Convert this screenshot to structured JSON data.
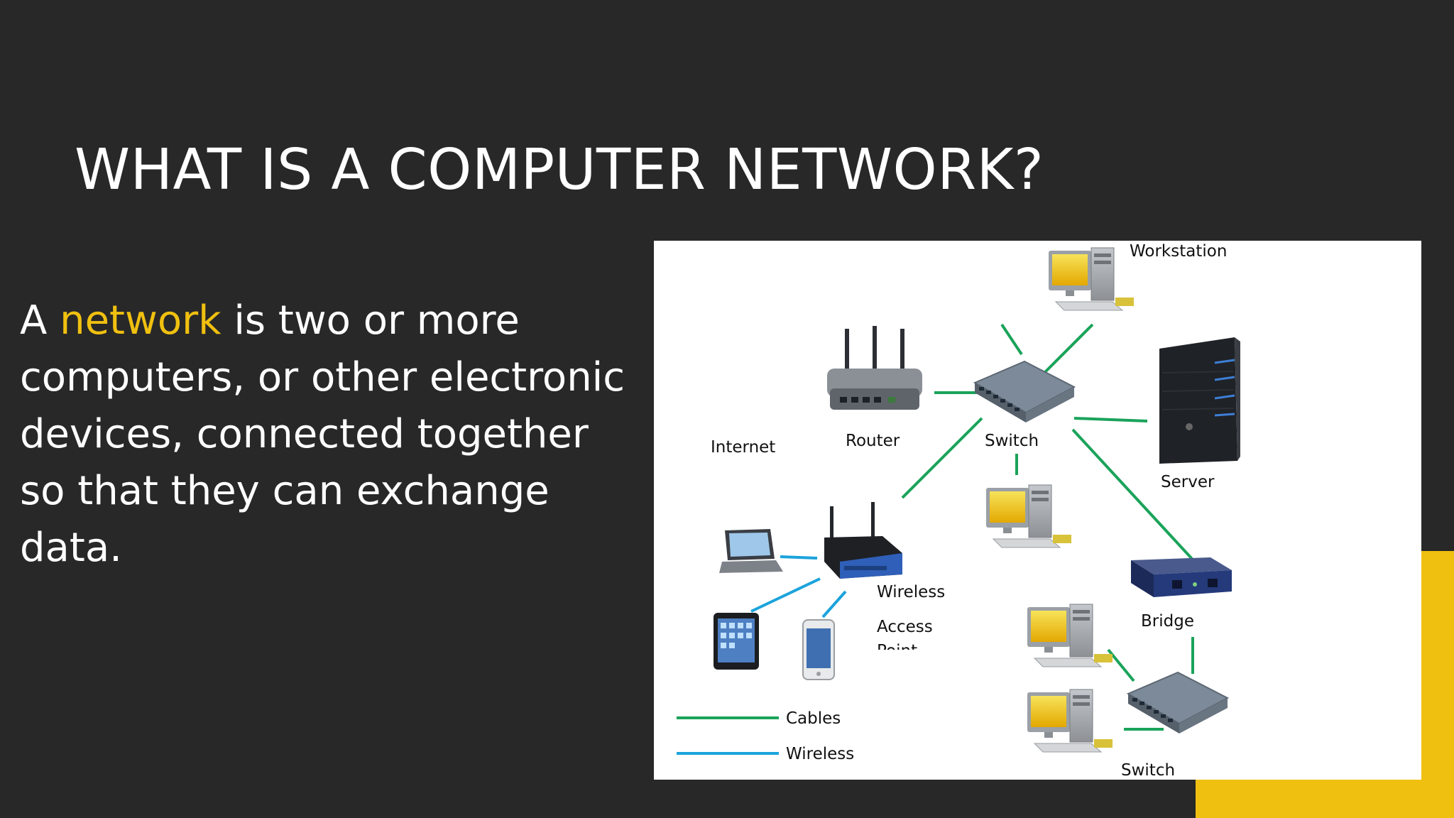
{
  "slide": {
    "title": "WHAT IS A COMPUTER NETWORK?",
    "body": {
      "prefix": "A ",
      "highlight": "network",
      "rest": " is two or more computers, or other electronic devices, connected together so that they can exchange data."
    },
    "colors": {
      "background": "#282828",
      "accent": "#f0c010",
      "text": "#ffffff"
    }
  },
  "diagram": {
    "labels": {
      "workstation": "Workstation",
      "internet": "Internet",
      "router": "Router",
      "switch_main": "Switch",
      "server": "Server",
      "wireless_1": "Wireless",
      "wireless_2": "Access",
      "wireless_3": "Point",
      "bridge": "Bridge",
      "switch_bottom": "Switch"
    },
    "legend": {
      "cables": "Cables",
      "wireless": "Wireless"
    },
    "colors": {
      "cable": "#1aa35a",
      "wireless": "#1ba3dc"
    },
    "icons": [
      "workstation-icon",
      "router-icon",
      "switch-icon",
      "server-icon",
      "wireless-access-point-icon",
      "laptop-icon",
      "tablet-icon",
      "smartphone-icon",
      "bridge-icon",
      "desktop-computer-icon"
    ]
  }
}
